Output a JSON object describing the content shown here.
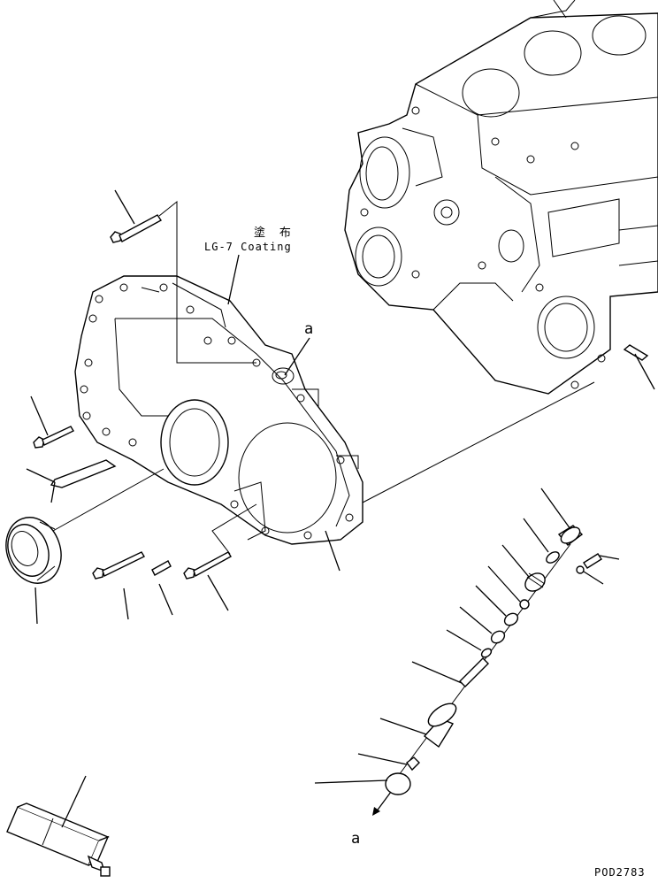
{
  "annotations": {
    "coating_cn": "塗 布",
    "coating_en": "LG-7 Coating",
    "ref_a_top": "a",
    "ref_a_bottom": "a"
  },
  "drawing_code": "POD2783"
}
